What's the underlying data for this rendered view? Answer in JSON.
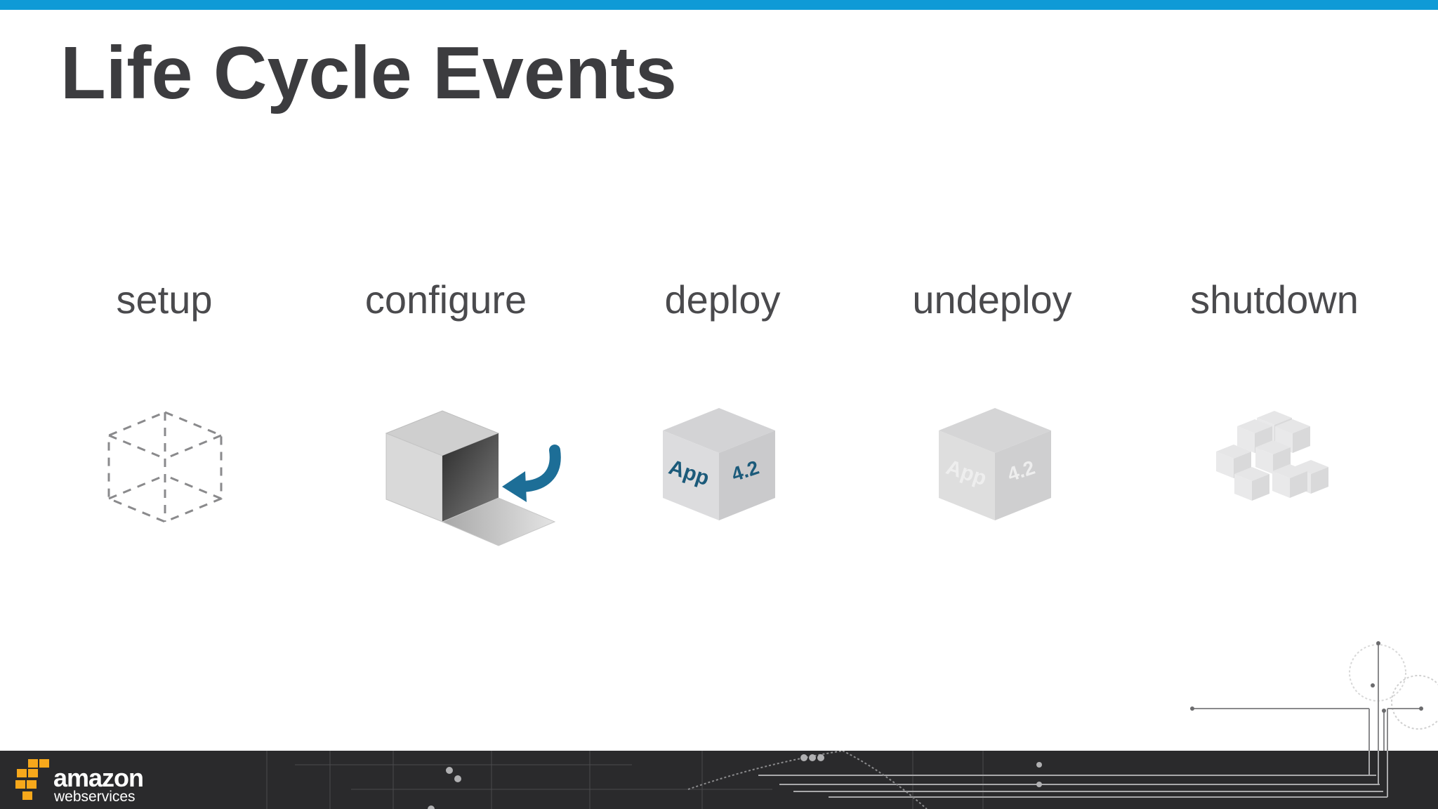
{
  "slide": {
    "title": "Life Cycle Events",
    "accent_color": "#0f9ad6",
    "title_color": "#3c3c3f",
    "stages": [
      {
        "label": "setup",
        "icon": "dashed-cube-icon"
      },
      {
        "label": "configure",
        "icon": "open-box-arrow-icon"
      },
      {
        "label": "deploy",
        "icon": "app-cube-icon",
        "box_text": [
          "App",
          "4.2"
        ]
      },
      {
        "label": "undeploy",
        "icon": "faded-app-cube-icon",
        "box_text": [
          "App",
          "4.2"
        ]
      },
      {
        "label": "shutdown",
        "icon": "cube-pile-icon"
      }
    ]
  },
  "footer": {
    "logo_word": "amazon",
    "logo_sub": "webservices"
  }
}
